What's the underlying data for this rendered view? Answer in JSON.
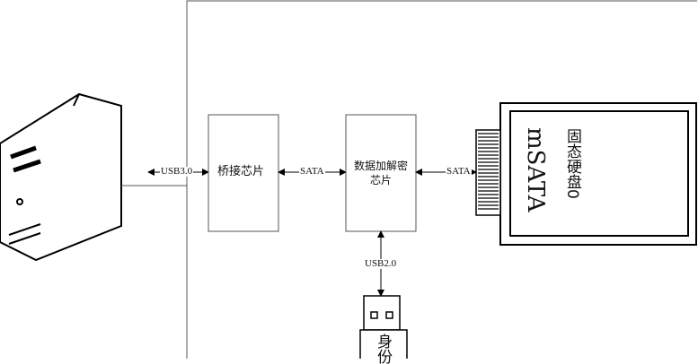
{
  "diagram": {
    "interfaces": {
      "usb3": "USB3.0",
      "sata_left": "SATA",
      "sata_right": "SATA",
      "usb2": "USB2.0"
    },
    "blocks": {
      "bridge_chip": "桥接芯片",
      "crypto_chip": "数据加解密芯片",
      "msata_title": "mSATA",
      "msata_subtitle": "固态硬盘0",
      "id_key_fragment": "身份"
    }
  }
}
